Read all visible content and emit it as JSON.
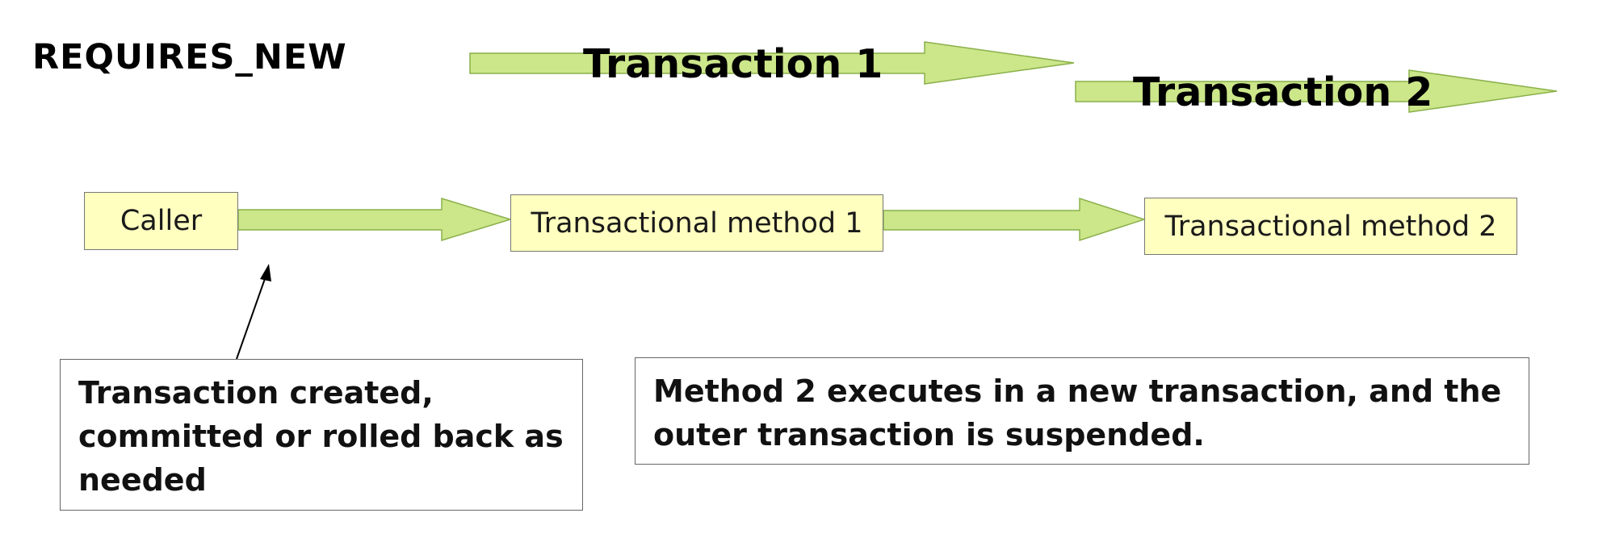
{
  "diagram": {
    "title": "REQUIRES_NEW",
    "transactions": [
      {
        "label": "Transaction 1"
      },
      {
        "label": "Transaction 2"
      }
    ],
    "nodes": [
      {
        "id": "caller",
        "label": "Caller"
      },
      {
        "id": "method1",
        "label": "Transactional method 1"
      },
      {
        "id": "method2",
        "label": "Transactional method 2"
      }
    ],
    "notes": {
      "left": {
        "lines": [
          "Transaction created,",
          "committed or rolled back as",
          "needed"
        ]
      },
      "right": {
        "lines": [
          "Method 2 executes in a new transaction, and the",
          "outer transaction is suspended."
        ]
      }
    },
    "colors": {
      "arrow_fill": "#cce68a",
      "arrow_stroke": "#8ab04a",
      "box_fill": "#ffffc0",
      "box_stroke": "#777777",
      "text": "#000000"
    }
  }
}
